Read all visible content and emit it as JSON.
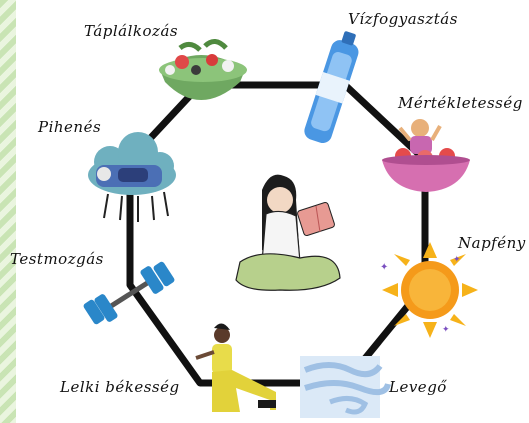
{
  "diagram": {
    "labels": {
      "taplalkozas": "Táplálkozás",
      "vizfogyasztas": "Vízfogyasztás",
      "mertekletesseg": "Mértékletesség",
      "napfeny": "Napfény",
      "levego": "Levegő",
      "lelki_bekesseg": "Lelki békesség",
      "testmozgas": "Testmozgás",
      "pihenes": "Pihenés"
    },
    "colors": {
      "frame": "#111111",
      "salad_bowl": "#6fa861",
      "water_bottle": "#3f8fe0",
      "fruit_bowl": "#d66fb0",
      "sun": "#f59a1a",
      "air_wave": "#a9c8ea",
      "dumbbell": "#2a87c9",
      "yellow_figure": "#e8dc4a",
      "cloud": "#6fb0bf",
      "stripe": "#c9e4b4"
    },
    "center": "reading-woman-illustration"
  }
}
